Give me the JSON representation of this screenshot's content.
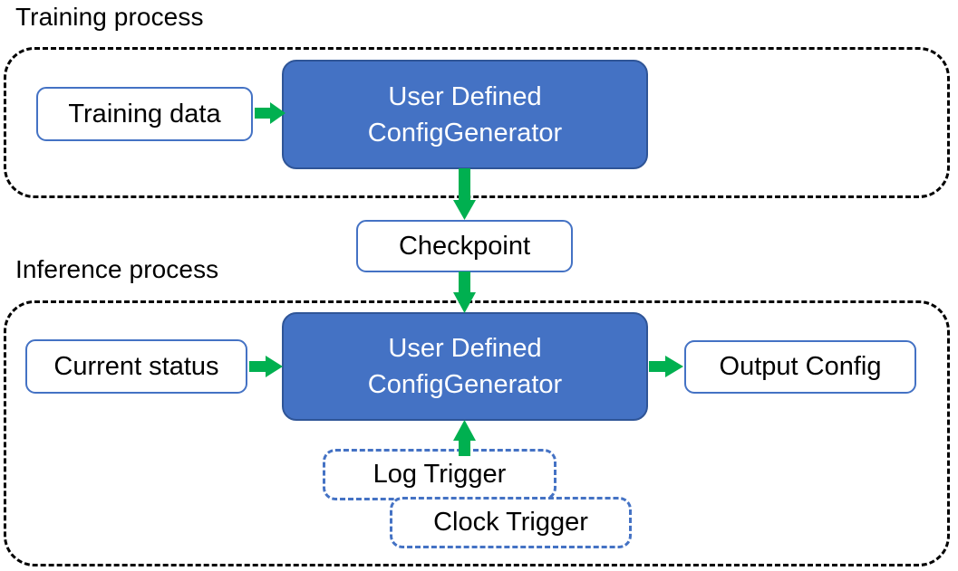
{
  "diagram": {
    "title_training": "Training process",
    "title_inference": "Inference process",
    "colors": {
      "process_fill": "#4472C4",
      "process_border": "#2F5597",
      "node_border": "#4472C4",
      "arrow": "#00B050",
      "group_border": "#000000",
      "text_dark": "#000000",
      "text_light": "#FFFFFF",
      "background": "#FFFFFF"
    }
  },
  "training": {
    "group_label": "Training process",
    "input_node": "Training data",
    "process_line1": "User Defined",
    "process_line2": "ConfigGenerator"
  },
  "bridge": {
    "checkpoint": "Checkpoint"
  },
  "inference": {
    "group_label": "Inference process",
    "input_node": "Current status",
    "process_line1": "User Defined",
    "process_line2": "ConfigGenerator",
    "output_node": "Output Config",
    "triggers": [
      {
        "label": "Log Trigger"
      },
      {
        "label": "Clock Trigger"
      }
    ]
  },
  "arrows": [
    {
      "name": "training-data-to-generator",
      "from": "Training data",
      "to": "User Defined ConfigGenerator",
      "direction": "right"
    },
    {
      "name": "generator-to-checkpoint",
      "from": "User Defined ConfigGenerator",
      "to": "Checkpoint",
      "direction": "down"
    },
    {
      "name": "checkpoint-to-inference-generator",
      "from": "Checkpoint",
      "to": "User Defined ConfigGenerator",
      "direction": "down"
    },
    {
      "name": "current-status-to-generator",
      "from": "Current status",
      "to": "User Defined ConfigGenerator",
      "direction": "right"
    },
    {
      "name": "generator-to-output-config",
      "from": "User Defined ConfigGenerator",
      "to": "Output Config",
      "direction": "right"
    },
    {
      "name": "trigger-to-generator",
      "from": "Log Trigger",
      "to": "User Defined ConfigGenerator",
      "direction": "up"
    }
  ]
}
